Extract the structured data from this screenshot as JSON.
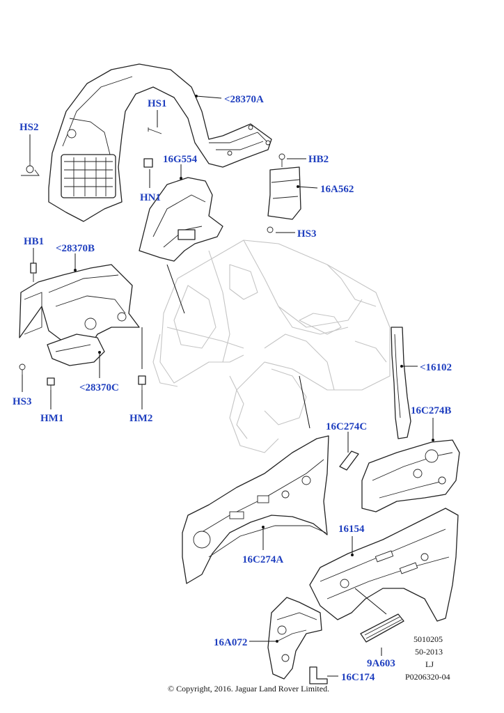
{
  "labels": {
    "l_28370A": "<28370A",
    "l_HS1": "HS1",
    "l_HS2": "HS2",
    "l_16G554": "16G554",
    "l_HB2": "HB2",
    "l_16A562": "16A562",
    "l_HN1": "HN1",
    "l_HS3_top": "HS3",
    "l_HB1": "HB1",
    "l_28370B": "<28370B",
    "l_HS3_left": "HS3",
    "l_HM1": "HM1",
    "l_28370C": "<28370C",
    "l_HM2": "HM2",
    "l_16102": "<16102",
    "l_16C274B": "16C274B",
    "l_16C274C": "16C274C",
    "l_16154": "16154",
    "l_16C274A": "16C274A",
    "l_16A072": "16A072",
    "l_9A603": "9A603",
    "l_16C174": "16C174"
  },
  "meta": {
    "code1": "5010205",
    "code2": "50-2013",
    "code3": "LJ",
    "code4": "P0206320-04"
  },
  "copyright": "© Copyright, 2016. Jaguar Land Rover Limited.",
  "colors": {
    "label": "#1f3fbf",
    "line": "#222222",
    "ghost": "#c4c4c4"
  }
}
